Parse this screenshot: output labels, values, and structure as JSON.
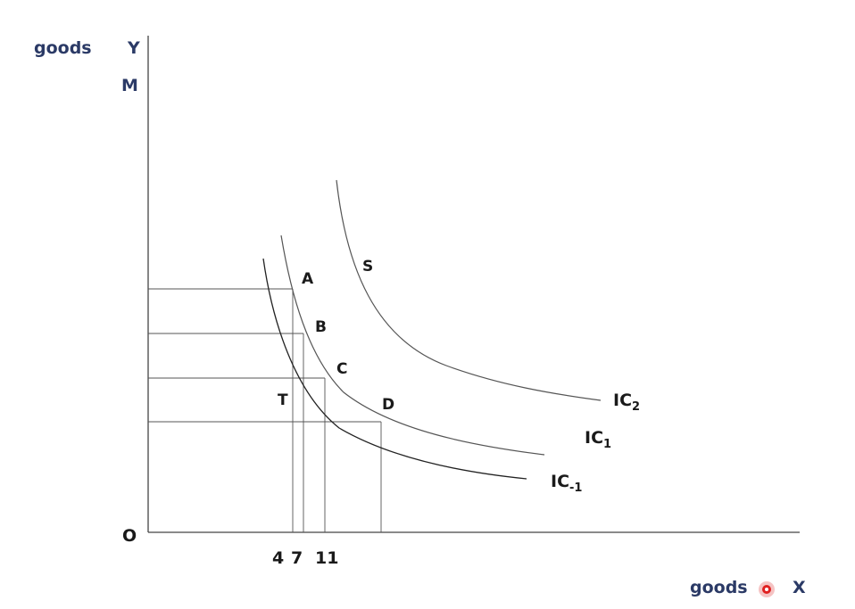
{
  "axis_labels": {
    "y_goods": "goods",
    "y_letter": "Y",
    "y_m": "M",
    "origin": "O",
    "x_goods": "goods",
    "x_letter": "X"
  },
  "x_ticks": [
    "4",
    "7",
    "11"
  ],
  "points": {
    "A": "A",
    "B": "B",
    "C": "C",
    "D": "D",
    "T": "T",
    "S": "S"
  },
  "curves": {
    "ic2": {
      "base": "IC",
      "sub": "2"
    },
    "ic1": {
      "base": "IC",
      "sub": "1"
    },
    "icm1": {
      "base": "IC",
      "sub": "-1"
    }
  },
  "colors": {
    "label_blue": "#2b3a66",
    "cursor_red": "#e02020"
  },
  "icons": {
    "cursor": "record-dot-icon"
  }
}
